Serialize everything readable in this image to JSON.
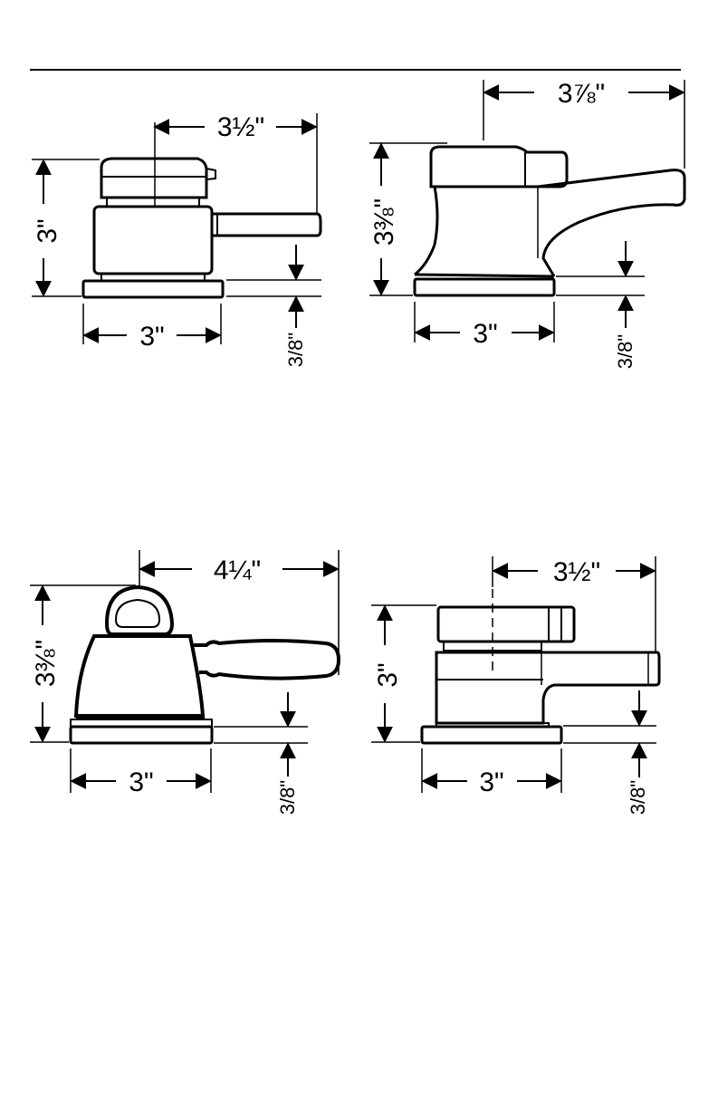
{
  "page": {
    "background": "#ffffff",
    "ink": "#000000"
  },
  "figures": [
    {
      "id": "fig1",
      "labels": {
        "width": "3½\"",
        "height": "3\"",
        "base": "3\"",
        "plate": "3/8\""
      }
    },
    {
      "id": "fig2",
      "labels": {
        "width": "3⅞\"",
        "height": "3⅜\"",
        "base": "3\"",
        "plate": "3/8\""
      }
    },
    {
      "id": "fig3",
      "labels": {
        "width": "4¼\"",
        "height": "3⅜\"",
        "base": "3\"",
        "plate": "3/8\""
      }
    },
    {
      "id": "fig4",
      "labels": {
        "width": "3½\"",
        "height": "3\"",
        "base": "3\"",
        "plate": "3/8\""
      }
    }
  ]
}
